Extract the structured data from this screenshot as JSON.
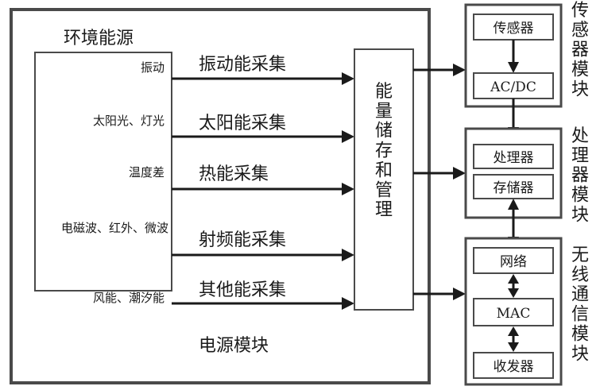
{
  "power_module": {
    "title": "电源模块",
    "env_title": "环境能源",
    "sources": [
      "振动",
      "太阳光、灯光",
      "温度差",
      "电磁波、红外、微波",
      "风能、潮汐能"
    ],
    "harvesters": [
      "振动能采集",
      "太阳能采集",
      "热能采集",
      "射频能采集",
      "其他能采集"
    ],
    "storage": "能量储存和管理"
  },
  "sensor_module": {
    "title": "传感器模块",
    "blocks": [
      "传感器",
      "AC/DC"
    ]
  },
  "processor_module": {
    "title": "处理器模块",
    "blocks": [
      "处理器",
      "存储器"
    ]
  },
  "wireless_module": {
    "title": "无线通信模块",
    "blocks": [
      "网络",
      "MAC",
      "收发器"
    ]
  }
}
